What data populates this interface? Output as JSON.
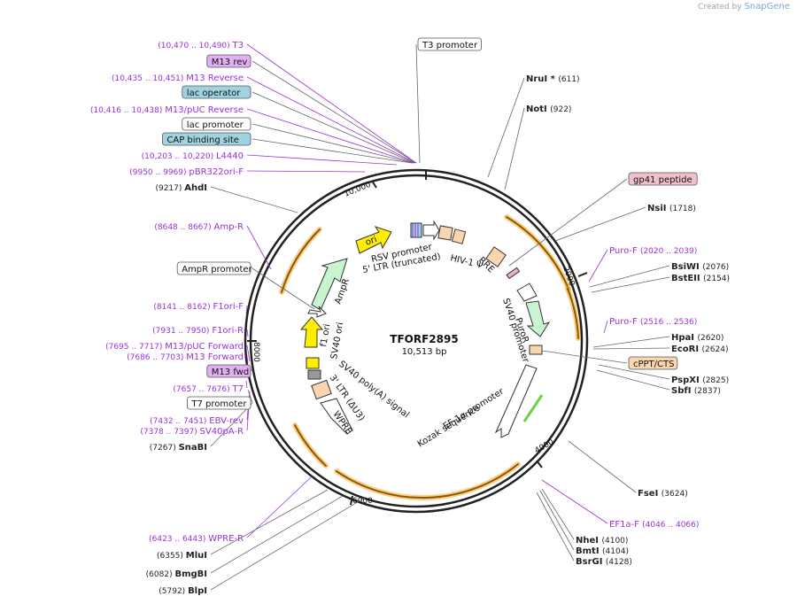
{
  "credit": {
    "prefix": "Created by",
    "brand": "SnapGene"
  },
  "plasmid": {
    "name": "TFORF2895",
    "length": "10,513 bp"
  },
  "ticks": [
    "2000",
    "4000",
    "6000",
    "8000",
    "10,000"
  ],
  "feature_labels": [
    {
      "text": "RSV promoter"
    },
    {
      "text": "5' LTR (truncated)"
    },
    {
      "text": "HIV-1 Ψ"
    },
    {
      "text": "RRE"
    },
    {
      "text": "SV40 promoter"
    },
    {
      "text": "PuroR"
    },
    {
      "text": "EF-1α promoter"
    },
    {
      "text": "Kozak sequence"
    },
    {
      "text": "WPRE"
    },
    {
      "text": "3' LTR (ΔU3)"
    },
    {
      "text": "SV40 poly(A) signal"
    },
    {
      "text": "SV40 ori"
    },
    {
      "text": "f1 ori"
    },
    {
      "text": "AmpR"
    },
    {
      "text": "ori"
    }
  ],
  "left_labels": [
    {
      "coords": "(10,470 .. 10,490)",
      "name": "T3",
      "style": "primer"
    },
    {
      "coords": "",
      "name": "M13 rev",
      "style": "box-purple"
    },
    {
      "coords": "(10,435 .. 10,451)",
      "name": "M13 Reverse",
      "style": "primer"
    },
    {
      "coords": "",
      "name": "lac operator",
      "style": "box-teal"
    },
    {
      "coords": "(10,416 .. 10,438)",
      "name": "M13/pUC Reverse",
      "style": "primer"
    },
    {
      "coords": "",
      "name": "lac promoter",
      "style": "box-white"
    },
    {
      "coords": "",
      "name": "CAP binding site",
      "style": "box-teal"
    },
    {
      "coords": "(10,203 .. 10,220)",
      "name": "L4440",
      "style": "primer"
    },
    {
      "coords": "(9950 .. 9969)",
      "name": "pBR322ori-F",
      "style": "primer"
    },
    {
      "coords": "(9217)",
      "name": "AhdI",
      "style": "site"
    },
    {
      "coords": "(8648 .. 8667)",
      "name": "Amp-R",
      "style": "primer"
    },
    {
      "coords": "",
      "name": "AmpR promoter",
      "style": "box-white"
    },
    {
      "coords": "(8141 .. 8162)",
      "name": "F1ori-F",
      "style": "primer"
    },
    {
      "coords": "(7931 .. 7950)",
      "name": "F1ori-R",
      "style": "primer"
    },
    {
      "coords": "(7695 .. 7717)",
      "name": "M13/pUC Forward",
      "style": "primer"
    },
    {
      "coords": "(7686 .. 7703)",
      "name": "M13 Forward",
      "style": "primer"
    },
    {
      "coords": "",
      "name": "M13 fwd",
      "style": "box-purple"
    },
    {
      "coords": "(7657 .. 7676)",
      "name": "T7",
      "style": "primer"
    },
    {
      "coords": "",
      "name": "T7 promoter",
      "style": "box-white"
    },
    {
      "coords": "(7432 .. 7451)",
      "name": "EBV-rev",
      "style": "primer"
    },
    {
      "coords": "(7378 .. 7397)",
      "name": "SV40pA-R",
      "style": "primer"
    },
    {
      "coords": "(7267)",
      "name": "SnaBI",
      "style": "site"
    },
    {
      "coords": "(6423 .. 6443)",
      "name": "WPRE-R",
      "style": "primer"
    },
    {
      "coords": "(6355)",
      "name": "MluI",
      "style": "site"
    },
    {
      "coords": "(6082)",
      "name": "BmgBI",
      "style": "site"
    },
    {
      "coords": "(5792)",
      "name": "BlpI",
      "style": "site"
    }
  ],
  "right_labels": [
    {
      "name": "T3 promoter",
      "coords": "",
      "style": "box-white"
    },
    {
      "name": "NruI *",
      "coords": "(611)",
      "style": "site"
    },
    {
      "name": "NotI",
      "coords": "(922)",
      "style": "site"
    },
    {
      "name": "gp41 peptide",
      "coords": "",
      "style": "box-pink"
    },
    {
      "name": "NsiI",
      "coords": "(1718)",
      "style": "site"
    },
    {
      "name": "Puro-F",
      "coords": "(2020 .. 2039)",
      "style": "primer"
    },
    {
      "name": "BsiWI",
      "coords": "(2076)",
      "style": "site"
    },
    {
      "name": "BstEII",
      "coords": "(2154)",
      "style": "site"
    },
    {
      "name": "Puro-F",
      "coords": "(2516 .. 2536)",
      "style": "primer"
    },
    {
      "name": "HpaI",
      "coords": "(2620)",
      "style": "site"
    },
    {
      "name": "EcoRI",
      "coords": "(2624)",
      "style": "site"
    },
    {
      "name": "cPPT/CTS",
      "coords": "",
      "style": "box-orange"
    },
    {
      "name": "PspXI",
      "coords": "(2825)",
      "style": "site"
    },
    {
      "name": "SbfI",
      "coords": "(2837)",
      "style": "site"
    },
    {
      "name": "FseI",
      "coords": "(3624)",
      "style": "site"
    },
    {
      "name": "EF1a-F",
      "coords": "(4046 .. 4066)",
      "style": "primer"
    },
    {
      "name": "NheI",
      "coords": "(4100)",
      "style": "site"
    },
    {
      "name": "BmtI",
      "coords": "(4104)",
      "style": "site"
    },
    {
      "name": "BsrGI",
      "coords": "(4128)",
      "style": "site"
    }
  ],
  "colors": {
    "backbone": "#222222",
    "primer": "#9b30d9",
    "site": "#222222",
    "leader": "#666666",
    "orf_orange": "#f5a623",
    "ampr_green": "#c8f5cf",
    "ori_yellow": "#ffee00",
    "ltr_peach": "#fbd5b0",
    "box_teal": "#9fd3e0",
    "box_purple": "#e0b0f0",
    "box_pink": "#f2c0cc",
    "box_orange": "#fbd5b0"
  }
}
